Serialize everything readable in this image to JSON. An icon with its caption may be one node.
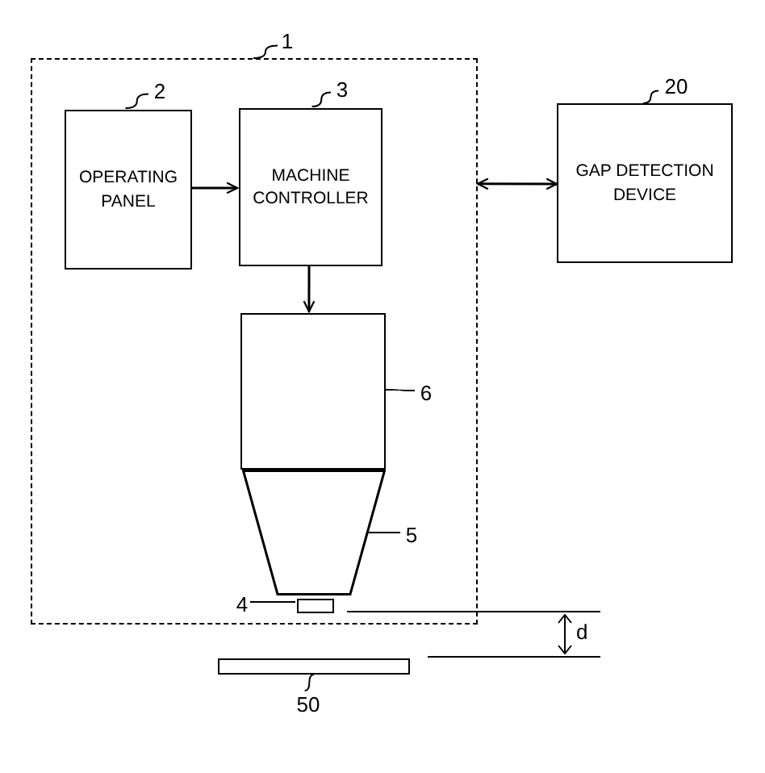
{
  "diagram": {
    "nodes": [
      {
        "text": [],
        "shape": "box"
      },
      {
        "text": [
          "OPERATING PANEL"
        ],
        "in": 0
      },
      {
        "text": [
          "MACHINE CONTROLLER"
        ],
        "in": 0
      },
      {
        "text": [
          "GAP DETECTION DEVICE"
        ]
      },
      {
        "text": [],
        "shape": "box",
        "in": 0
      },
      {
        "text": [],
        "shape": "trapezoid",
        "in": 0
      },
      {
        "text": [],
        "shape": "box",
        "in": 0
      },
      {
        "text": [],
        "shape": "bar"
      },
      {
        "text": [
          "1"
        ]
      },
      {
        "text": [
          "2"
        ],
        "in": 0
      },
      {
        "text": [
          "3"
        ],
        "in": 0
      },
      {
        "text": [
          "20"
        ]
      },
      {
        "text": [
          "6"
        ],
        "in": 0
      },
      {
        "text": [
          "5"
        ],
        "in": 0
      },
      {
        "text": [
          "4"
        ],
        "in": 0
      },
      {
        "text": [
          "50"
        ]
      }
    ],
    "edges": [
      {
        "from": 1,
        "to": 2,
        "arrow": "to"
      },
      {
        "from": 2,
        "to": 4,
        "arrow": "to"
      },
      {
        "from": 0,
        "to": 3,
        "arrow": "both"
      },
      {
        "from": 8,
        "to": 0,
        "arrow": "none"
      },
      {
        "from": 9,
        "to": 1,
        "arrow": "none"
      },
      {
        "from": 10,
        "to": 2,
        "arrow": "none"
      },
      {
        "from": 11,
        "to": 3,
        "arrow": "none"
      },
      {
        "from": 12,
        "to": 4,
        "arrow": "none"
      },
      {
        "from": 13,
        "to": 5,
        "arrow": "none"
      },
      {
        "from": 14,
        "to": 6,
        "arrow": "none"
      },
      {
        "from": 15,
        "to": 7,
        "arrow": "none"
      }
    ],
    "labels": [
      "d"
    ]
  }
}
